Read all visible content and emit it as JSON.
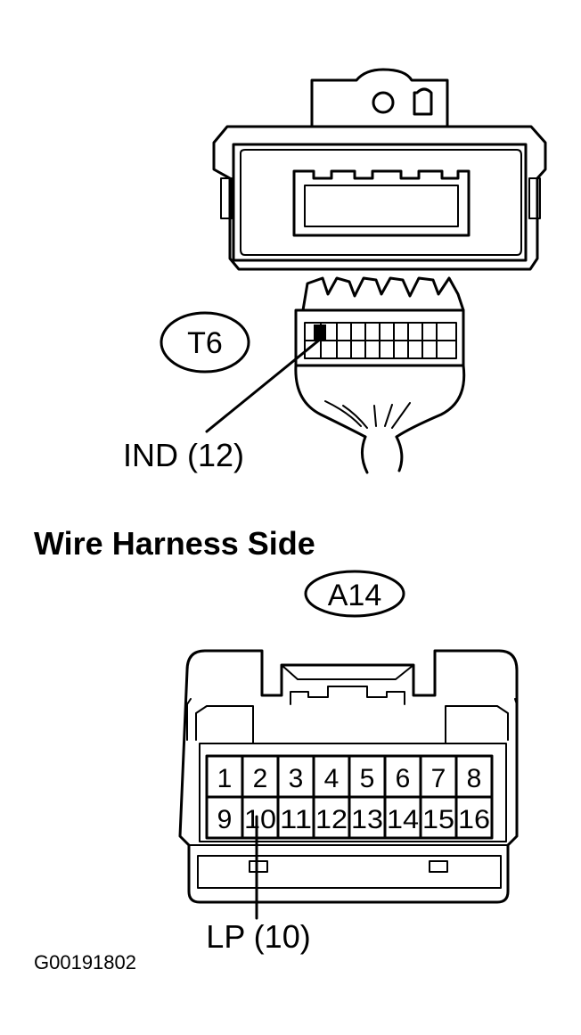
{
  "connector_top": {
    "id_badge": "T6",
    "callout": "IND (12)"
  },
  "section_title": "Wire Harness Side",
  "connector_bottom": {
    "id_badge": "A14",
    "pins_row1": [
      "1",
      "2",
      "3",
      "4",
      "5",
      "6",
      "7",
      "8"
    ],
    "pins_row2": [
      "9",
      "10",
      "11",
      "12",
      "13",
      "14",
      "15",
      "16"
    ],
    "callout": "LP (10)"
  },
  "figure_code": "G00191802"
}
